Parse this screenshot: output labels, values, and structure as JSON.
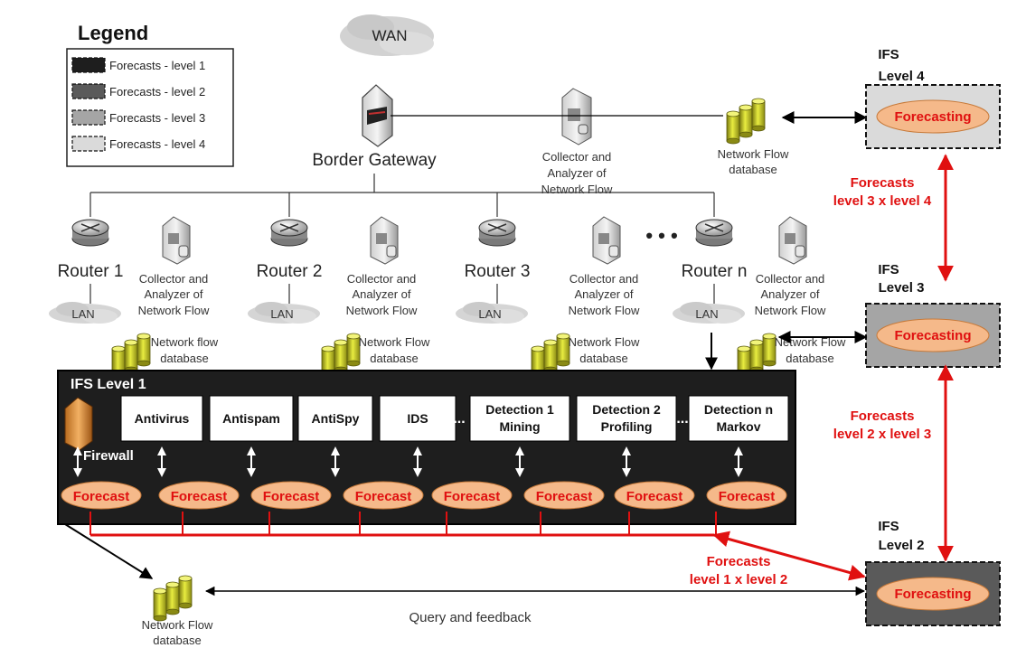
{
  "legend": {
    "title": "Legend",
    "items": [
      "Forecasts - level 1",
      "Forecasts - level 2",
      "Forecasts - level 3",
      "Forecasts - level 4"
    ]
  },
  "colors": {
    "level1": "#1e1e1e",
    "level2": "#5a5a5a",
    "level3": "#a5a5a5",
    "level4": "#dadada",
    "accent_red": "#e01010",
    "forecast_fill": "#f5b98a"
  },
  "top": {
    "wan": "WAN",
    "border_gateway": "Border Gateway",
    "collector_lines": [
      "Collector and",
      "Analyzer of",
      "Network Flow"
    ],
    "db_lines": [
      "Network Flow",
      "database"
    ]
  },
  "routers": [
    {
      "name": "Router 1",
      "lan": "LAN",
      "collector_lines": [
        "Collector and",
        "Analyzer of",
        "Network Flow"
      ],
      "db_lines": [
        "Network flow",
        "database"
      ]
    },
    {
      "name": "Router 2",
      "lan": "LAN",
      "collector_lines": [
        "Collector and",
        "Analyzer of",
        "Network Flow"
      ],
      "db_lines": [
        "Network Flow",
        "database"
      ]
    },
    {
      "name": "Router 3",
      "lan": "LAN",
      "collector_lines": [
        "Collector and",
        "Analyzer of",
        "Network Flow"
      ],
      "db_lines": [
        "Network Flow",
        "database"
      ]
    },
    {
      "name": "Router n",
      "lan": "LAN",
      "collector_lines": [
        "Collector and",
        "Analyzer of",
        "Network Flow"
      ],
      "db_lines": [
        "Network Flow",
        "database"
      ]
    }
  ],
  "ellipsis": "• • •",
  "ifs_level1": {
    "title": "IFS Level 1",
    "firewall": "Firewall",
    "modules": [
      [
        "Antivirus"
      ],
      [
        "Antispam"
      ],
      [
        "AntiSpy"
      ],
      [
        "IDS"
      ],
      [
        "Detection 1",
        "Mining"
      ],
      [
        "Detection 2",
        "Profiling"
      ],
      [
        "Detection n",
        "Markov"
      ]
    ],
    "forecast_label": "Forecast",
    "forecast_count": 8
  },
  "ifs_levels": [
    {
      "title_lines": [
        "IFS",
        "Level 4"
      ],
      "label": "Forecasting"
    },
    {
      "title_lines": [
        "IFS",
        "Level 3"
      ],
      "label": "Forecasting"
    },
    {
      "title_lines": [
        "IFS",
        "Level 2"
      ],
      "label": "Forecasting"
    }
  ],
  "links": {
    "l34": [
      "Forecasts",
      "level 3 x level 4"
    ],
    "l23": [
      "Forecasts",
      "level 2 x level 3"
    ],
    "l12": [
      "Forecasts",
      "level 1 x level 2"
    ]
  },
  "bottom": {
    "db_lines": [
      "Network Flow",
      "database"
    ],
    "query": "Query and feedback"
  }
}
